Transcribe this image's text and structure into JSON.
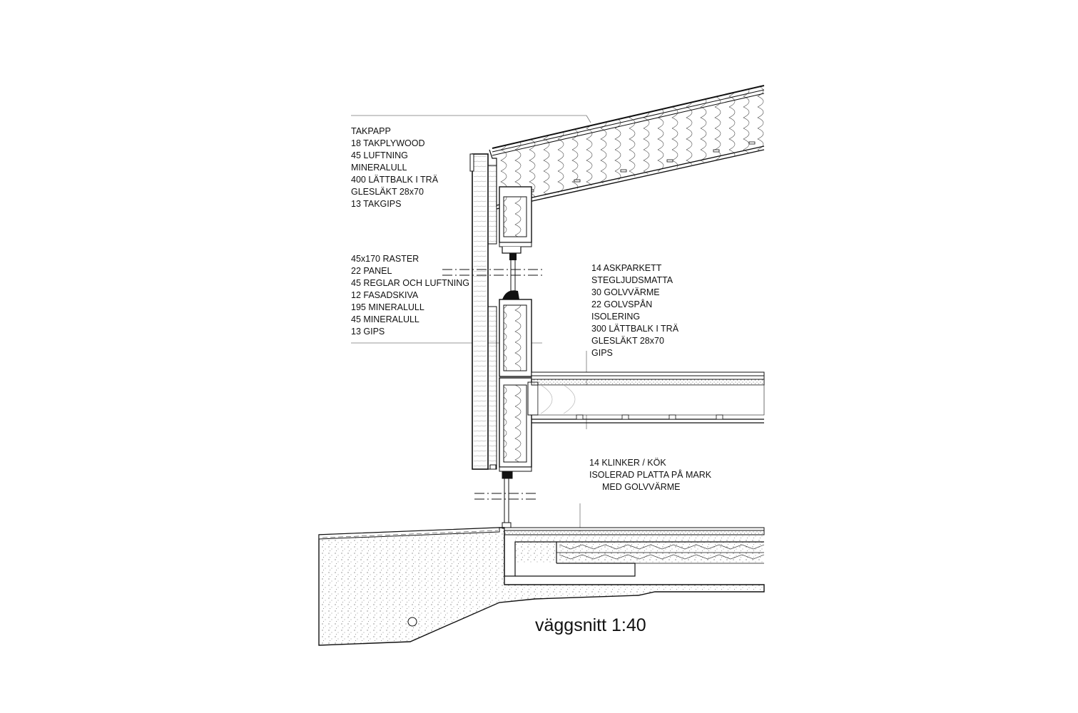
{
  "title": "väggsnitt 1:40",
  "annotations": {
    "roof": [
      "TAKPAPP",
      "18 TAKPLYWOOD",
      "45 LUFTNING",
      "MINERALULL",
      "400 LÄTTBALK I TRÄ",
      "GLESLÄKT 28x70",
      "13 TAKGIPS"
    ],
    "wall": [
      "45x170 RASTER",
      "22 PANEL",
      "45 REGLAR OCH LUFTNING",
      "12 FASADSKIVA",
      "195 MINERALULL",
      "45 MINERALULL",
      "13 GIPS"
    ],
    "floor": [
      "14 ASKPARKETT",
      "STEGLJUDSMATTA",
      "30 GOLVVÄRME",
      "22 GOLVSPÅN",
      "ISOLERING",
      "300 LÄTTBALK I TRÄ",
      "GLESLÄKT 28x70",
      "GIPS"
    ],
    "ground": [
      "14 KLINKER / KÖK",
      "ISOLERAD PLATTA PÅ MARK",
      "MED GOLVVÄRME"
    ]
  },
  "colors": {
    "ink": "#111111",
    "fill": "#ffffff"
  }
}
